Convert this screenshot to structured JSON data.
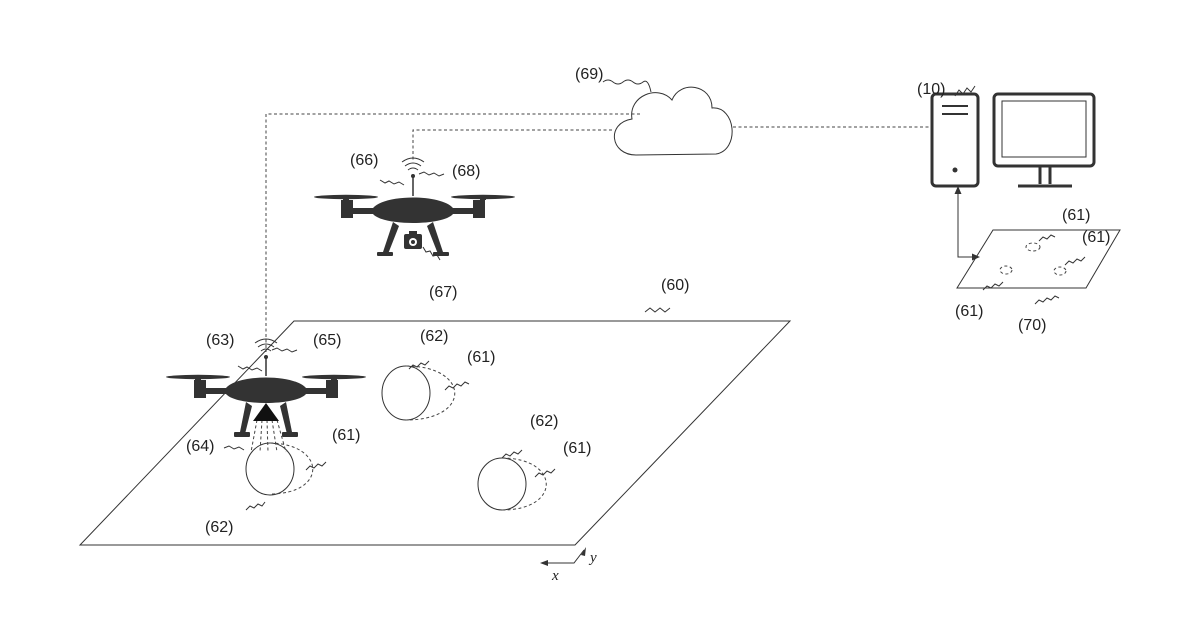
{
  "labels": {
    "computer": "(10)",
    "field": "(60)",
    "spray_zone_a": "(61)",
    "spray_zone_b": "(61)",
    "spray_zone_c": "(61)",
    "map_zone_a": "(61)",
    "map_zone_b": "(61)",
    "map_zone_c": "(61)",
    "target_a": "(62)",
    "target_b": "(62)",
    "target_c": "(62)",
    "spray_drone": "(63)",
    "spray_nozzle": "(64)",
    "spray_antenna": "(65)",
    "survey_drone": "(66)",
    "camera": "(67)",
    "survey_antenna": "(68)",
    "cloud": "(69)",
    "map": "(70)"
  },
  "axes": {
    "x": "x",
    "y": "y"
  },
  "icons": {
    "cloud": "cloud-icon",
    "computer_tower": "computer-tower-icon",
    "monitor": "monitor-icon",
    "survey_drone": "quadcopter-icon",
    "spray_drone": "quadcopter-icon",
    "camera": "camera-icon",
    "antenna": "wifi-signal-icon"
  },
  "colors": {
    "line": "#333333",
    "drone": "#333333",
    "background": "#ffffff"
  }
}
